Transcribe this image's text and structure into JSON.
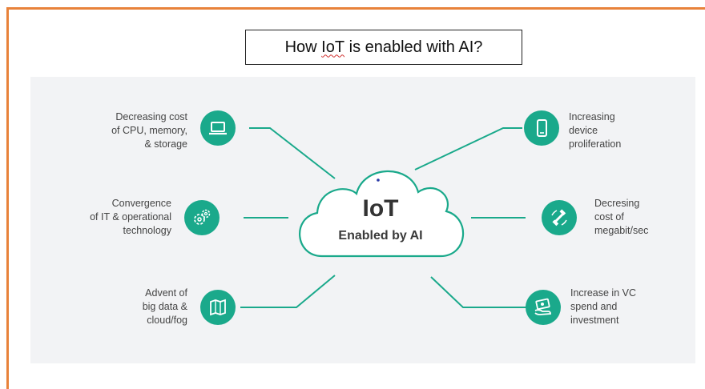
{
  "title_prefix": "How ",
  "title_iot": "IoT",
  "title_suffix": " is enabled with AI?",
  "center": {
    "title": "IoT",
    "subtitle": "Enabled by AI"
  },
  "factors": [
    {
      "lines": [
        "Decreasing cost",
        "of CPU, memory,",
        "& storage"
      ],
      "icon": "laptop-icon"
    },
    {
      "lines": [
        "Convergence",
        "of IT & operational",
        "technology"
      ],
      "icon": "gears-icon"
    },
    {
      "lines": [
        "Advent of",
        "big data &",
        "cloud/fog"
      ],
      "icon": "data-map-icon"
    },
    {
      "lines": [
        "Increasing",
        "device",
        "proliferation"
      ],
      "icon": "phone-icon"
    },
    {
      "lines": [
        "Decresing",
        "cost of",
        "megabit/sec"
      ],
      "icon": "satellite-icon"
    },
    {
      "lines": [
        "Increase in VC",
        "spend and",
        "investment"
      ],
      "icon": "money-hand-icon"
    }
  ],
  "colors": {
    "accent": "#1aa98b",
    "frame": "#e8823a",
    "panel": "#f2f3f5"
  }
}
